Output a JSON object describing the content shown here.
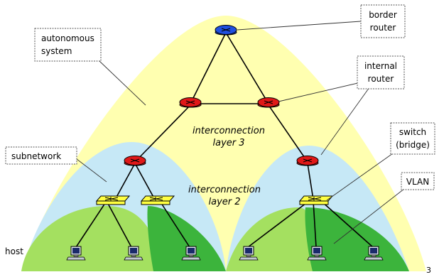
{
  "labels": {
    "autonomous_system": [
      "autonomous",
      "system"
    ],
    "border_router": [
      "border",
      "router"
    ],
    "internal_router": [
      "internal",
      "router"
    ],
    "switch_bridge": [
      "switch",
      "(bridge)"
    ],
    "subnetwork": "subnetwork",
    "vlan": "VLAN",
    "host": "host",
    "layer3": [
      "interconnection",
      "layer 3"
    ],
    "layer2": [
      "interconnection",
      "layer 2"
    ],
    "page_number": "3"
  },
  "colors": {
    "autonomous_system_fill": "#ffffb0",
    "subnetwork_fill": "#c6e8f6",
    "host_segment_fill": "#a4e060",
    "vlan_fill": "#3cb43c",
    "border_router": "#1f4fe0",
    "internal_router": "#e01818",
    "switch": "#ffff40"
  },
  "icons": {
    "router": "router-icon",
    "switch": "switch-icon",
    "host": "computer-icon"
  }
}
